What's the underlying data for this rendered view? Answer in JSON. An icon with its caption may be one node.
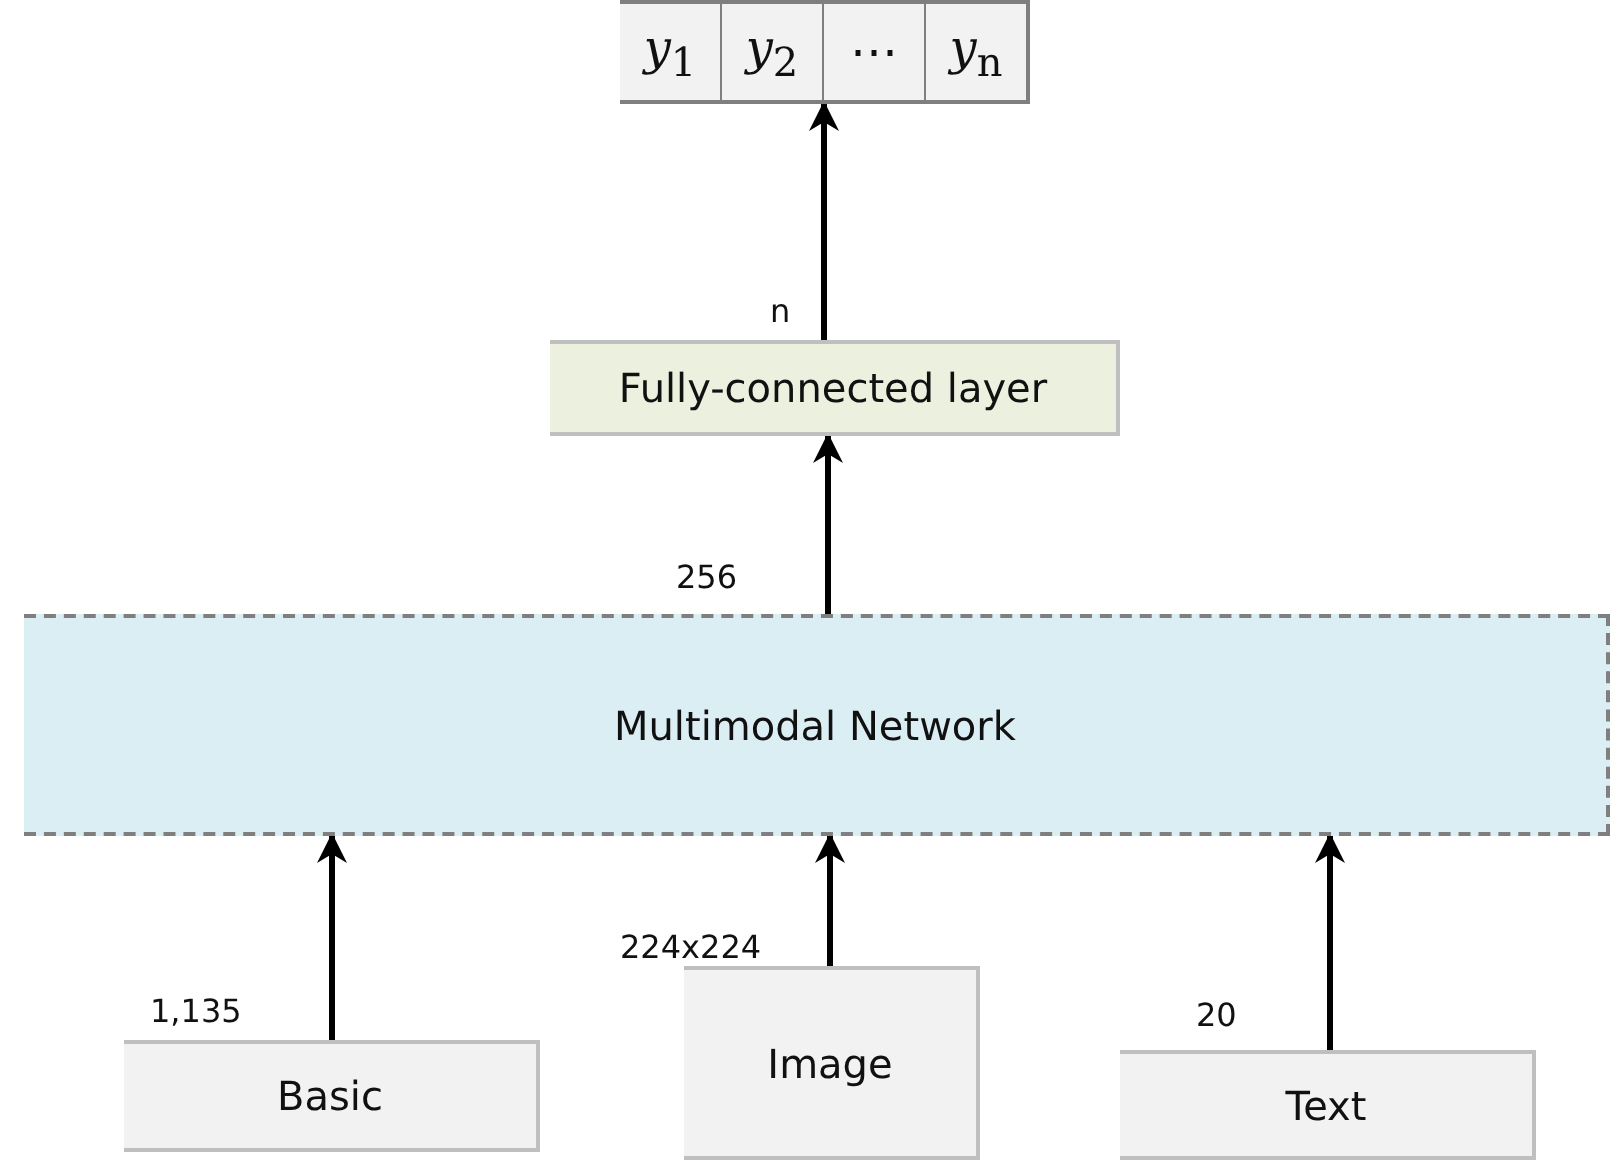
{
  "diagram": {
    "nodes": [
      {
        "text": [
          "*y*$_{1}$"
        ]
      },
      {
        "text": [
          "*y*$_{2}$"
        ]
      },
      {
        "text": [
          "⋯"
        ]
      },
      {
        "text": [
          "*y*$_{n}$"
        ]
      },
      {
        "text": [
          "Fully-connected layer"
        ]
      },
      {
        "text": [
          "Multimodal Network"
        ]
      },
      {
        "text": [
          "Basic"
        ]
      },
      {
        "text": [
          "Image"
        ]
      },
      {
        "text": [
          "Text"
        ]
      }
    ],
    "edges": [
      {
        "from": 6,
        "to": 5,
        "arrow": "to",
        "label": "1,135"
      },
      {
        "from": 7,
        "to": 5,
        "arrow": "to",
        "label": "224x224"
      },
      {
        "from": 8,
        "to": 5,
        "arrow": "to",
        "label": "20"
      },
      {
        "from": 5,
        "to": 4,
        "arrow": "to",
        "label": "256"
      },
      {
        "from": 4,
        "to": 1,
        "arrow": "to",
        "label": "n"
      }
    ]
  }
}
